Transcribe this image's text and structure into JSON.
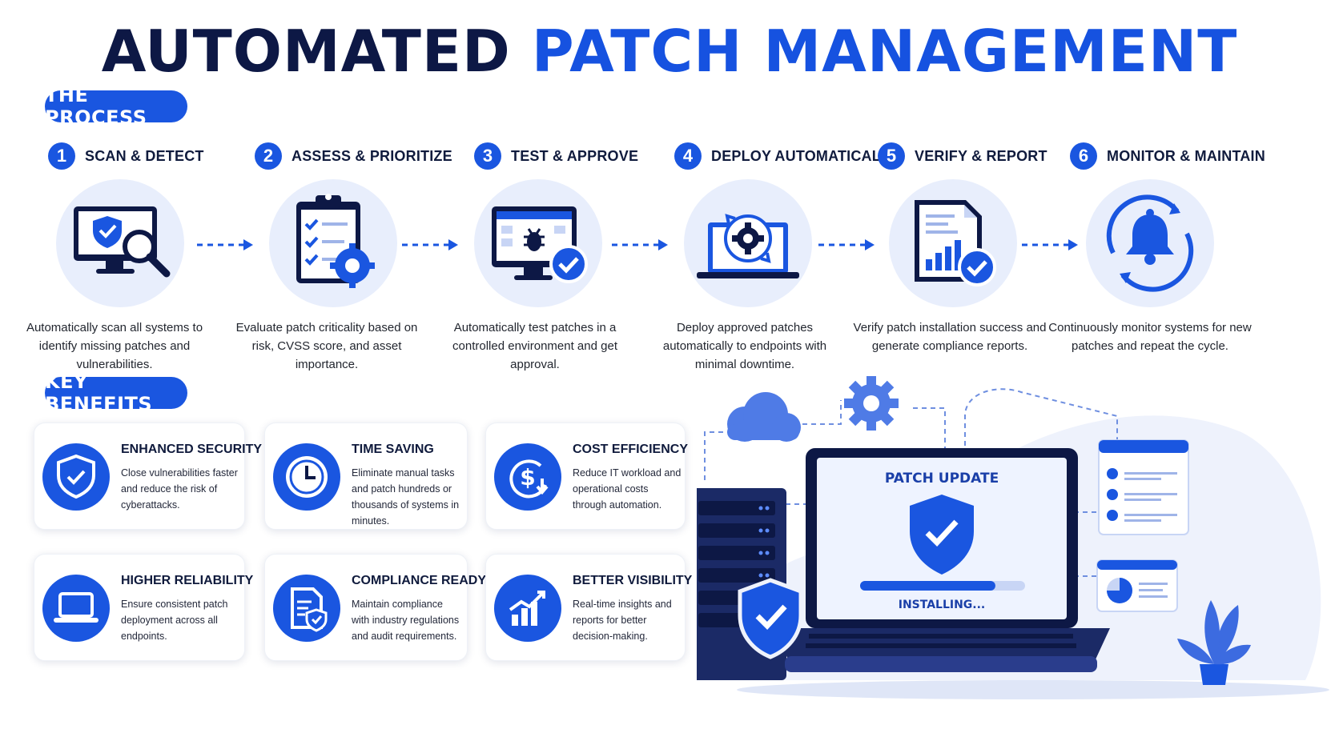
{
  "title": {
    "part1": "AUTOMATED",
    "part2": "PATCH MANAGEMENT"
  },
  "process": {
    "label": "THE PROCESS",
    "steps": [
      {
        "num": "1",
        "title": "SCAN & DETECT",
        "desc": "Automatically scan all systems to identify missing patches and vulnerabilities.",
        "icon": "monitor-shield-magnifier-icon"
      },
      {
        "num": "2",
        "title": "ASSESS & PRIORITIZE",
        "desc": "Evaluate patch criticality based on risk, CVSS score, and asset importance.",
        "icon": "clipboard-checklist-gear-icon"
      },
      {
        "num": "3",
        "title": "TEST & APPROVE",
        "desc": "Automatically test patches in a controlled environment and get approval.",
        "icon": "monitor-bug-check-icon"
      },
      {
        "num": "4",
        "title": "DEPLOY AUTOMATICALLY",
        "desc": "Deploy approved patches automatically to endpoints with minimal downtime.",
        "icon": "laptop-gear-sync-icon"
      },
      {
        "num": "5",
        "title": "VERIFY & REPORT",
        "desc": "Verify patch installation success and generate compliance reports.",
        "icon": "report-chart-check-icon"
      },
      {
        "num": "6",
        "title": "MONITOR & MAINTAIN",
        "desc": "Continuously monitor systems for new patches and repeat the cycle.",
        "icon": "bell-cycle-icon"
      }
    ]
  },
  "benefits": {
    "label": "KEY BENEFITS",
    "items": [
      {
        "title": "ENHANCED SECURITY",
        "desc": "Close vulnerabilities faster and reduce the risk of cyberattacks.",
        "icon": "shield-check-icon"
      },
      {
        "title": "TIME SAVING",
        "desc": "Eliminate manual tasks and patch hundreds or thousands of systems in minutes.",
        "icon": "clock-icon"
      },
      {
        "title": "COST EFFICIENCY",
        "desc": "Reduce IT workload and operational costs through automation.",
        "icon": "dollar-down-icon"
      },
      {
        "title": "HIGHER RELIABILITY",
        "desc": "Ensure consistent patch deployment across all endpoints.",
        "icon": "laptop-icon"
      },
      {
        "title": "COMPLIANCE READY",
        "desc": "Maintain compliance with industry regulations and audit requirements.",
        "icon": "document-shield-icon"
      },
      {
        "title": "BETTER VISIBILITY",
        "desc": "Real-time insights and reports for better decision-making.",
        "icon": "bar-chart-up-icon"
      }
    ]
  },
  "illustration": {
    "screen_title": "PATCH UPDATE",
    "status": "INSTALLING...",
    "progress": 0.82
  },
  "colors": {
    "accent": "#1a56e0",
    "dark": "#0d1845",
    "light": "#e8eefc"
  }
}
